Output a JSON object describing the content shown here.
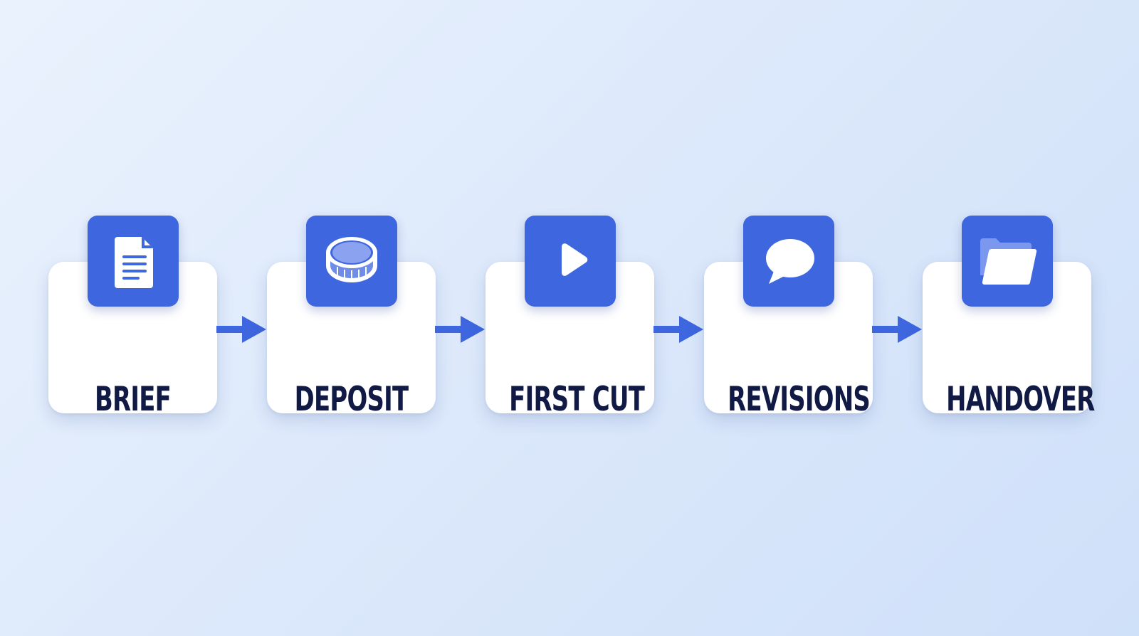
{
  "colors": {
    "accent": "#3d66df",
    "label_text": "#101a45",
    "card_background": "#ffffff"
  },
  "steps": [
    {
      "label": "BRIEF",
      "icon": "document-icon"
    },
    {
      "label": "DEPOSIT",
      "icon": "coin-icon"
    },
    {
      "label": "FIRST CUT",
      "icon": "play-icon"
    },
    {
      "label": "REVISIONS",
      "icon": "speech-bubble-icon"
    },
    {
      "label": "HANDOVER",
      "icon": "folder-icon"
    }
  ]
}
